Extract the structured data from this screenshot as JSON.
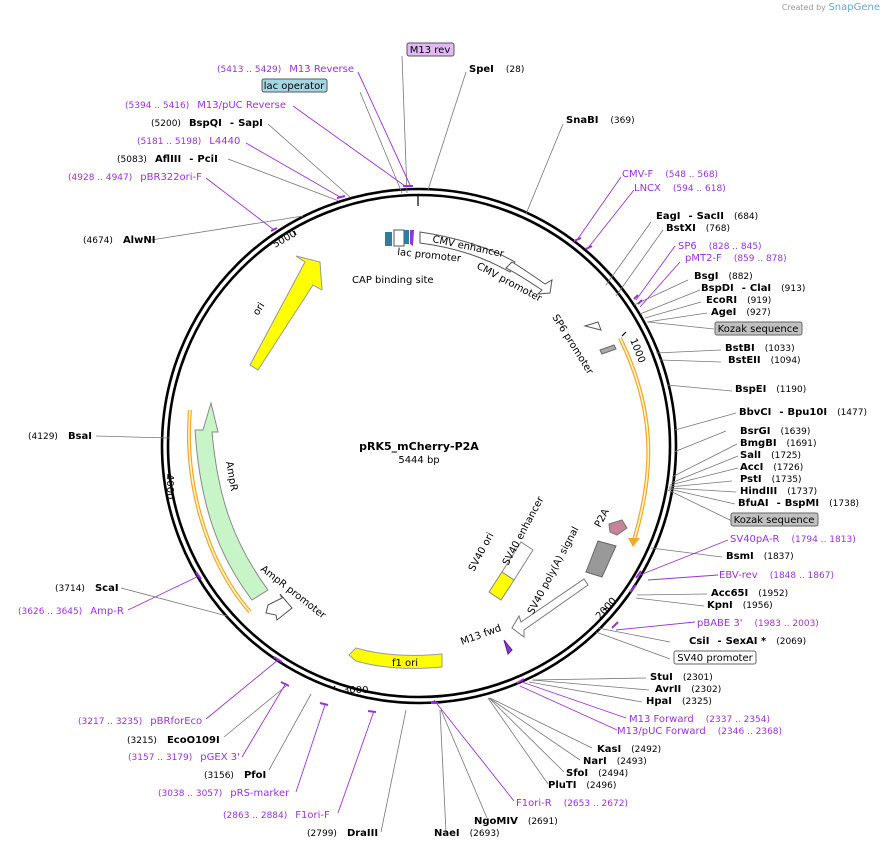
{
  "credit": {
    "prefix": "Created by",
    "brand": "SnapGene"
  },
  "plasmid": {
    "name": "pRK5_mCherry-P2A",
    "length": "5444 bp"
  },
  "ticks": [
    "1000",
    "2000",
    "3000",
    "4000",
    "5000"
  ],
  "features": [
    {
      "id": "cmv-enhancer",
      "label": "CMV enhancer"
    },
    {
      "id": "cmv-promoter",
      "label": "CMV promoter"
    },
    {
      "id": "sp6-promoter",
      "label": "SP6 promoter"
    },
    {
      "id": "lac-promoter",
      "label": "lac promoter"
    },
    {
      "id": "cap-site",
      "label": "CAP binding site"
    },
    {
      "id": "ori",
      "label": "ori"
    },
    {
      "id": "ampr",
      "label": "AmpR"
    },
    {
      "id": "ampr-promoter",
      "label": "AmpR promoter"
    },
    {
      "id": "f1-ori",
      "label": "f1 ori"
    },
    {
      "id": "sv40-ori",
      "label": "SV40 ori"
    },
    {
      "id": "sv40-enhancer",
      "label": "SV40 enhancer"
    },
    {
      "id": "sv40-polya",
      "label": "SV40 poly(A) signal"
    },
    {
      "id": "p2a",
      "label": "P2A"
    },
    {
      "id": "m13-fwd",
      "label": "M13 fwd"
    }
  ],
  "boxes": [
    {
      "id": "m13-rev",
      "label": "M13 rev",
      "color": "#e3b9f5"
    },
    {
      "id": "lac-operator",
      "label": "lac operator",
      "color": "#a6d6e4"
    },
    {
      "id": "kozak-1",
      "label": "Kozak sequence",
      "color": "#c0c0c0"
    },
    {
      "id": "kozak-2",
      "label": "Kozak sequence",
      "color": "#c0c0c0"
    },
    {
      "id": "sv40-promoter",
      "label": "SV40 promoter",
      "color": "#ffffff"
    }
  ],
  "enzymes": [
    {
      "name": "SpeI",
      "pos": "(28)"
    },
    {
      "name": "SnaBI",
      "pos": "(369)"
    },
    {
      "name": "EagI",
      "name2": "SacII",
      "pos": "(684)"
    },
    {
      "name": "BstXI",
      "pos": "(768)"
    },
    {
      "name": "BsgI",
      "pos": "(882)"
    },
    {
      "name": "BspDI",
      "name2": "ClaI",
      "pos": "(913)"
    },
    {
      "name": "EcoRI",
      "pos": "(919)"
    },
    {
      "name": "AgeI",
      "pos": "(927)"
    },
    {
      "name": "BstBI",
      "pos": "(1033)"
    },
    {
      "name": "BstEII",
      "pos": "(1094)"
    },
    {
      "name": "BspEI",
      "pos": "(1190)"
    },
    {
      "name": "BbvCI",
      "name2": "Bpu10I",
      "pos": "(1477)"
    },
    {
      "name": "BsrGI",
      "pos": "(1639)"
    },
    {
      "name": "BmgBI",
      "pos": "(1691)"
    },
    {
      "name": "SalI",
      "pos": "(1725)"
    },
    {
      "name": "AccI",
      "pos": "(1726)"
    },
    {
      "name": "PstI",
      "pos": "(1735)"
    },
    {
      "name": "HindIII",
      "pos": "(1737)"
    },
    {
      "name": "BfuAI",
      "name2": "BspMI",
      "pos": "(1738)"
    },
    {
      "name": "BsmI",
      "pos": "(1837)"
    },
    {
      "name": "Acc65I",
      "pos": "(1952)"
    },
    {
      "name": "KpnI",
      "pos": "(1956)"
    },
    {
      "name": "CsiI",
      "name2": "SexAI *",
      "pos": "(2069)"
    },
    {
      "name": "StuI",
      "pos": "(2301)"
    },
    {
      "name": "AvrII",
      "pos": "(2302)"
    },
    {
      "name": "HpaI",
      "pos": "(2325)"
    },
    {
      "name": "KasI",
      "pos": "(2492)"
    },
    {
      "name": "NarI",
      "pos": "(2493)"
    },
    {
      "name": "SfoI",
      "pos": "(2494)"
    },
    {
      "name": "PluTI",
      "pos": "(2496)"
    },
    {
      "name": "NgoMIV",
      "pos": "(2691)"
    },
    {
      "name": "NaeI",
      "pos": "(2693)"
    },
    {
      "name": "DraIII",
      "pos": "(2799)"
    },
    {
      "name": "PfoI",
      "pos": "(3156)"
    },
    {
      "name": "EcoO109I",
      "pos": "(3215)"
    },
    {
      "name": "ScaI",
      "pos": "(3714)"
    },
    {
      "name": "BsaI",
      "pos": "(4129)"
    },
    {
      "name": "AlwNI",
      "pos": "(4674)"
    },
    {
      "name": "AflIII",
      "name2": "PciI",
      "pos": "(5083)"
    },
    {
      "name": "BspQI",
      "name2": "SapI",
      "pos": "(5200)"
    }
  ],
  "primers": [
    {
      "name": "M13 Reverse",
      "range": "(5413 .. 5429)"
    },
    {
      "name": "M13/pUC Reverse",
      "range": "(5394 .. 5416)"
    },
    {
      "name": "L4440",
      "range": "(5181 .. 5198)"
    },
    {
      "name": "pBR322ori-F",
      "range": "(4928 .. 4947)"
    },
    {
      "name": "CMV-F",
      "range": "(548 .. 568)"
    },
    {
      "name": "LNCX",
      "range": "(594 .. 618)"
    },
    {
      "name": "SP6",
      "range": "(828 .. 845)"
    },
    {
      "name": "pMT2-F",
      "range": "(859 .. 878)"
    },
    {
      "name": "SV40pA-R",
      "range": "(1794 .. 1813)"
    },
    {
      "name": "EBV-rev",
      "range": "(1848 .. 1867)"
    },
    {
      "name": "pBABE 3'",
      "range": "(1983 .. 2003)"
    },
    {
      "name": "M13 Forward",
      "range": "(2337 .. 2354)"
    },
    {
      "name": "M13/pUC Forward",
      "range": "(2346 .. 2368)"
    },
    {
      "name": "F1ori-R",
      "range": "(2653 .. 2672)"
    },
    {
      "name": "F1ori-F",
      "range": "(2863 .. 2884)"
    },
    {
      "name": "pRS-marker",
      "range": "(3038 .. 3057)"
    },
    {
      "name": "pGEX 3'",
      "range": "(3157 .. 3179)"
    },
    {
      "name": "pBRforEco",
      "range": "(3217 .. 3235)"
    },
    {
      "name": "Amp-R",
      "range": "(3626 .. 3645)"
    }
  ]
}
